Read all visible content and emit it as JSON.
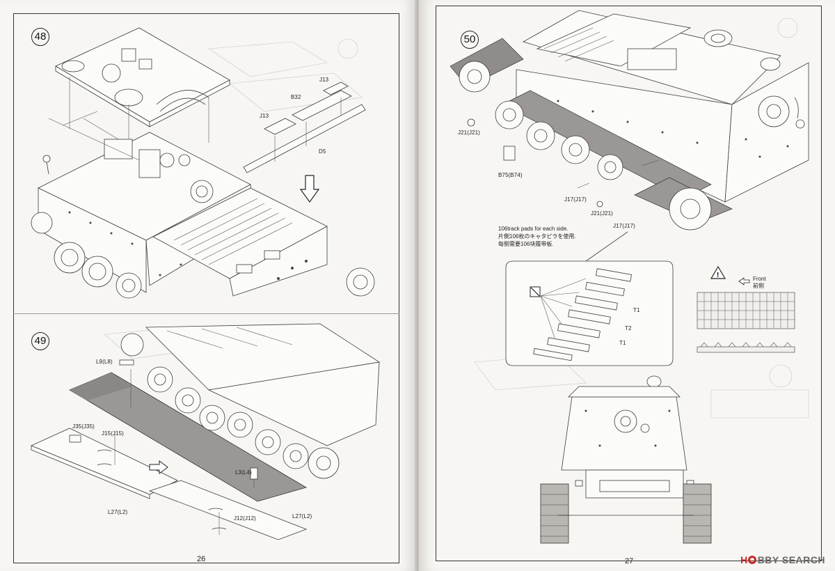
{
  "pages": {
    "left": {
      "page_number": "26",
      "steps": [
        {
          "number": "48",
          "labels": [
            "J13",
            "B32",
            "J13",
            "D5"
          ]
        },
        {
          "number": "49",
          "labels": [
            "L9(L8)",
            "J35(J35)",
            "J15(J15)",
            "L3(L4)",
            "L27(L2)",
            "J12(J12)",
            "L27(L2)"
          ]
        }
      ]
    },
    "right": {
      "page_number": "27",
      "steps": [
        {
          "number": "50",
          "labels": [
            "J21(J21)",
            "B75(B74)",
            "J17(J17)",
            "J21(J21)",
            "J17(J17)"
          ]
        }
      ],
      "note_lines": [
        "106track pads for each side.",
        "片側106枚のキャタピラを使用.",
        "每侧需要106块履带板."
      ],
      "detail_labels": [
        "T1",
        "T2",
        "T1"
      ],
      "front_label": [
        "Front",
        "前侧"
      ]
    }
  },
  "watermark": {
    "brand": "HOBBY SEARCH",
    "brand_prefix": "H",
    "brand_rest": "BBY SEARCH"
  },
  "icons": [
    "step-circle",
    "down-arrow",
    "right-arrow",
    "warning-triangle",
    "no-glue-icon",
    "left-arrow"
  ]
}
